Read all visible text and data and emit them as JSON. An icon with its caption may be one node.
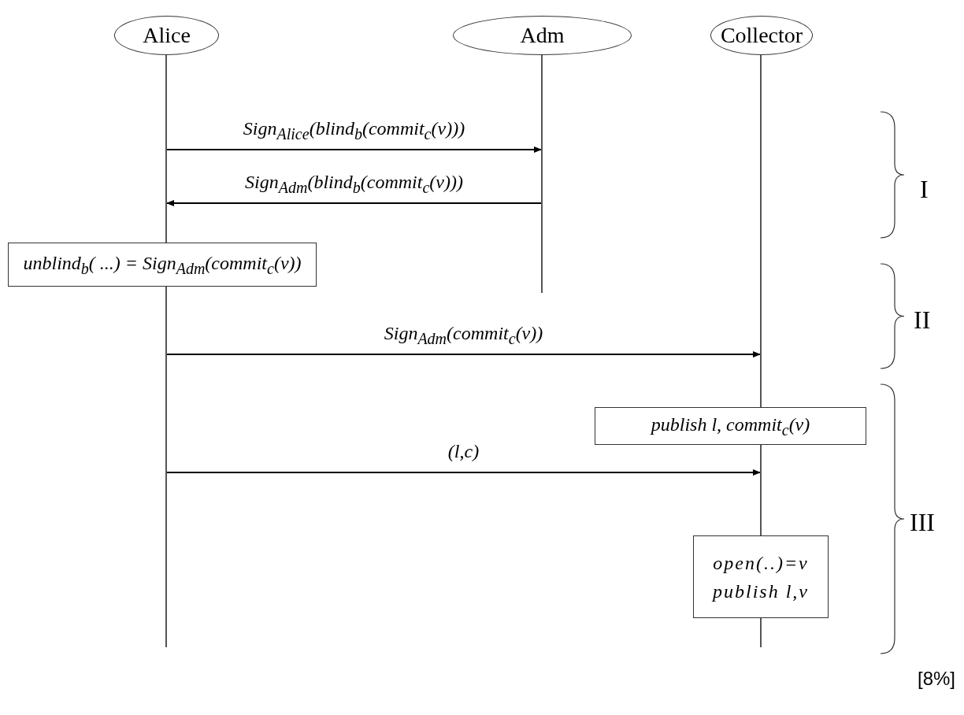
{
  "diagram": {
    "nodes": [
      {
        "text": [
          "Alice"
        ]
      },
      {
        "text": [
          "Adm"
        ]
      },
      {
        "text": [
          "Collector"
        ]
      },
      {
        "text": [
          "unblind$_{b}$( ...) = Sign$_{Adm}$(commit$_{c}$(v))"
        ]
      },
      {
        "text": [
          "publish l, commit$_{c}$(v)"
        ]
      },
      {
        "text": [
          "open(..)=v",
          "publish l,v"
        ]
      }
    ],
    "edges": [
      {
        "from": 0,
        "to": 1,
        "arrow": "to",
        "label": "Sign$_{Alice}$(blind$_{b}$(commit$_{c}$(v)))"
      },
      {
        "from": 1,
        "to": 0,
        "arrow": "to",
        "label": "Sign$_{Adm}$(blind$_{b}$(commit$_{c}$(v)))"
      },
      {
        "from": 0,
        "to": 2,
        "arrow": "to",
        "label": "Sign$_{Adm}$(commit$_{c}$(v))"
      },
      {
        "from": 0,
        "to": 2,
        "arrow": "to",
        "label": "(l,c)"
      }
    ],
    "labels": [
      "I",
      "II",
      "III",
      "[8%]"
    ]
  }
}
